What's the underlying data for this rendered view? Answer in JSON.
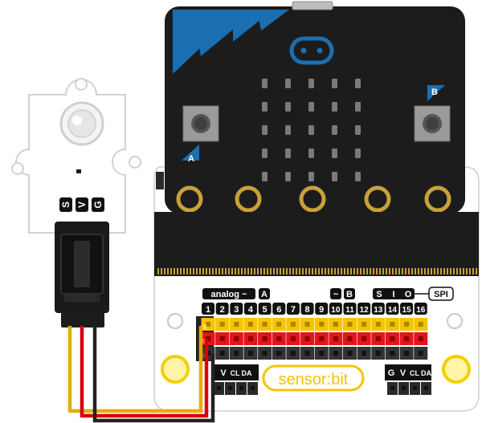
{
  "module": {
    "pin_labels": [
      "S",
      "V",
      "G"
    ]
  },
  "microbit": {
    "button_a_label": "A",
    "button_b_label": "B"
  },
  "sensorbit": {
    "brand": "sensor:bit",
    "group_labels": {
      "analog": "analog ~",
      "analog_a": "A",
      "pwm": "~",
      "pwm_b": "B",
      "spi_s": "S",
      "spi_i": "I",
      "spi_o": "O",
      "spi": "SPI"
    },
    "pin_numbers": [
      "1",
      "2",
      "3",
      "4",
      "5",
      "6",
      "7",
      "8",
      "9",
      "10",
      "11",
      "12",
      "13",
      "14",
      "15",
      "16"
    ],
    "i2c_left": [
      "V",
      "CL",
      "DA"
    ],
    "i2c_right": [
      "G",
      "V",
      "CL",
      "DA"
    ]
  },
  "colors": {
    "board_blue": "#1a6fb3",
    "board_black": "#1c1c1c",
    "header_yellow": "#f5c400",
    "header_red": "#e3141b",
    "header_black": "#333333",
    "wire_yellow": "#e2b000",
    "wire_red": "#d8000c",
    "wire_black": "#222222",
    "gold": "#c9a13b"
  }
}
